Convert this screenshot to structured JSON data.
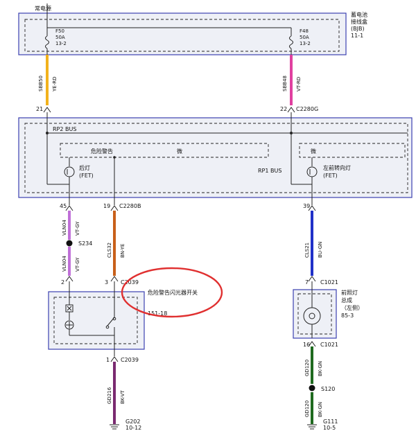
{
  "title": "常电源",
  "bjb": {
    "name_line1": "蓄电池",
    "name_line2": "接线盒",
    "code": "(BJB)",
    "ref": "11-1"
  },
  "fuses": [
    {
      "id": "F50",
      "rating": "50A",
      "ref": "13-2"
    },
    {
      "id": "F48",
      "rating": "50A",
      "ref": "13-2"
    }
  ],
  "wires": {
    "sbb50": {
      "circuit": "SBB50",
      "color_code": "YE-RD"
    },
    "sbb48": {
      "circuit": "SBB48",
      "color_code": "VT-RD"
    },
    "vln04_a": {
      "circuit": "VLN04",
      "color_code": "VT-GY"
    },
    "vln04_b": {
      "circuit": "VLN04",
      "color_code": "VT-GY"
    },
    "cls32": {
      "circuit": "CLS32",
      "color_code": "BN-YE"
    },
    "cls21": {
      "circuit": "CLS21",
      "color_code": "BU-GN"
    },
    "gd216": {
      "circuit": "GD216",
      "color_code": "BK-VT"
    },
    "gd120_a": {
      "circuit": "GD120",
      "color_code": "BK-GN"
    },
    "gd120_b": {
      "circuit": "GD120",
      "color_code": "BK-GN"
    }
  },
  "pins": {
    "p21": "21",
    "p22": "22",
    "p45": "45",
    "p19": "19",
    "p39": "39",
    "p2": "2",
    "p3": "3",
    "p7": "7",
    "p16": "16",
    "p1": "1"
  },
  "connectors": {
    "c2280g": "C2280G",
    "c2280b": "C2280B",
    "c2039_top": "C2039",
    "c2039_bot": "C2039",
    "c1021_top": "C1021",
    "c1021_bot": "C1021"
  },
  "module": {
    "rp2_bus": "RP2 BUS",
    "rp1_bus": "RP1 BUS",
    "hazard_warning": "危险警告",
    "micro_1": "微",
    "micro_2": "微",
    "rear_lamp": "后灯",
    "fet_1": "(FET)",
    "front_left_turn": "左前转向灯",
    "fet_2": "(FET)"
  },
  "splices": {
    "s234": "S234",
    "s120": "S120"
  },
  "switch": {
    "name": "危险警告闪光器开关",
    "ref": "151-18"
  },
  "headlamp": {
    "line1": "前照灯",
    "line2": "总成",
    "line3": "（左侧）",
    "ref": "85-3"
  },
  "grounds": {
    "g202": {
      "id": "G202",
      "ref": "10-12"
    },
    "g111": {
      "id": "G111",
      "ref": "10-5"
    }
  },
  "colors": {
    "YE-RD": "#f2b21c",
    "VT-RD": "#e040a0",
    "VT-GY": "#c070d8",
    "BN-YE": "#c8601a",
    "BU-GN": "#2030c8",
    "BK-VT": "#7a2a70",
    "BK-GN": "#1f6a1f",
    "box_border": "#3b3fb0",
    "highlight_circle": "#e03030"
  }
}
